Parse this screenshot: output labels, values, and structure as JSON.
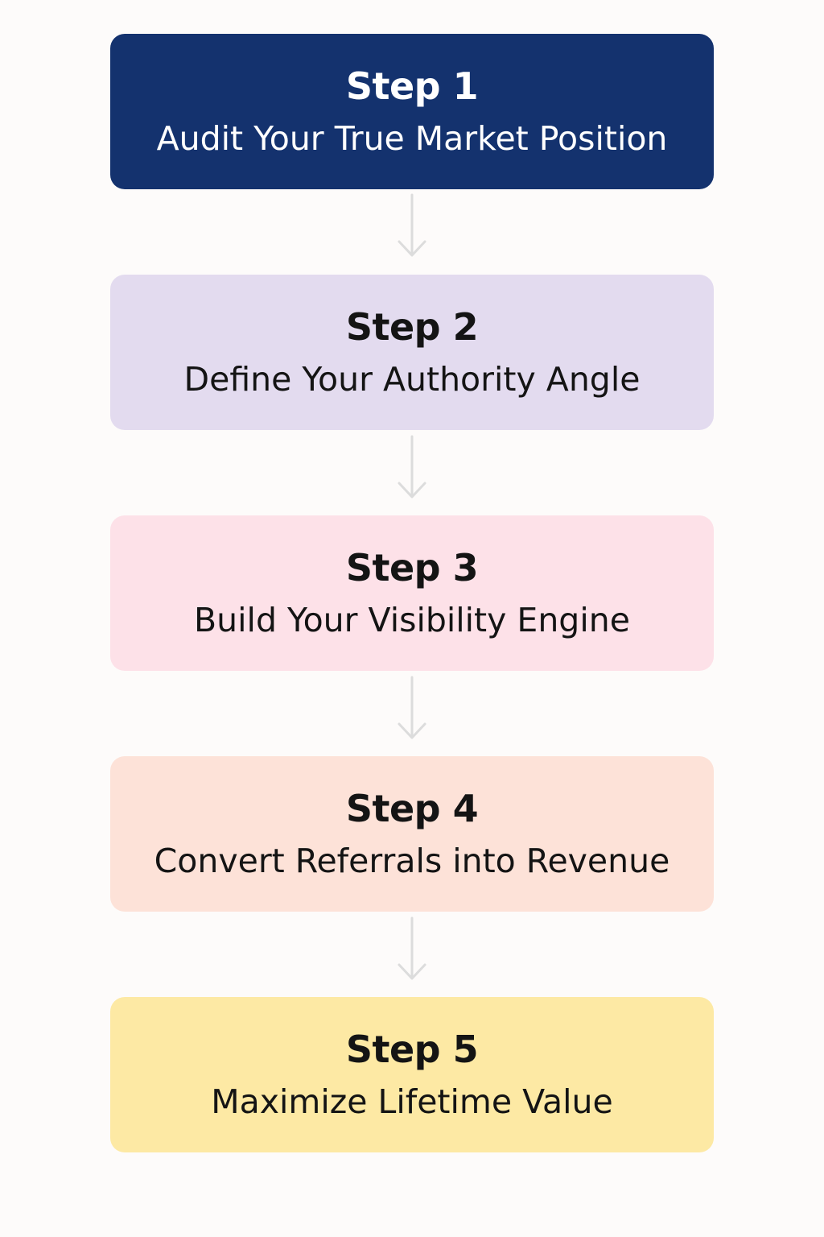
{
  "steps": [
    {
      "title": "Step 1",
      "description": "Audit Your True Market Position",
      "color": "#14326e",
      "text_color": "#ffffff"
    },
    {
      "title": "Step 2",
      "description": "Define Your Authority Angle",
      "color": "#e3dbef",
      "text_color": "#141414"
    },
    {
      "title": "Step 3",
      "description": "Build Your Visibility Engine",
      "color": "#fde1e8",
      "text_color": "#141414"
    },
    {
      "title": "Step 4",
      "description": "Convert Referrals into Revenue",
      "color": "#fde2d8",
      "text_color": "#141414"
    },
    {
      "title": "Step 5",
      "description": "Maximize Lifetime Value",
      "color": "#fde9a4",
      "text_color": "#141414"
    }
  ],
  "connector_color": "#dcdcdc"
}
